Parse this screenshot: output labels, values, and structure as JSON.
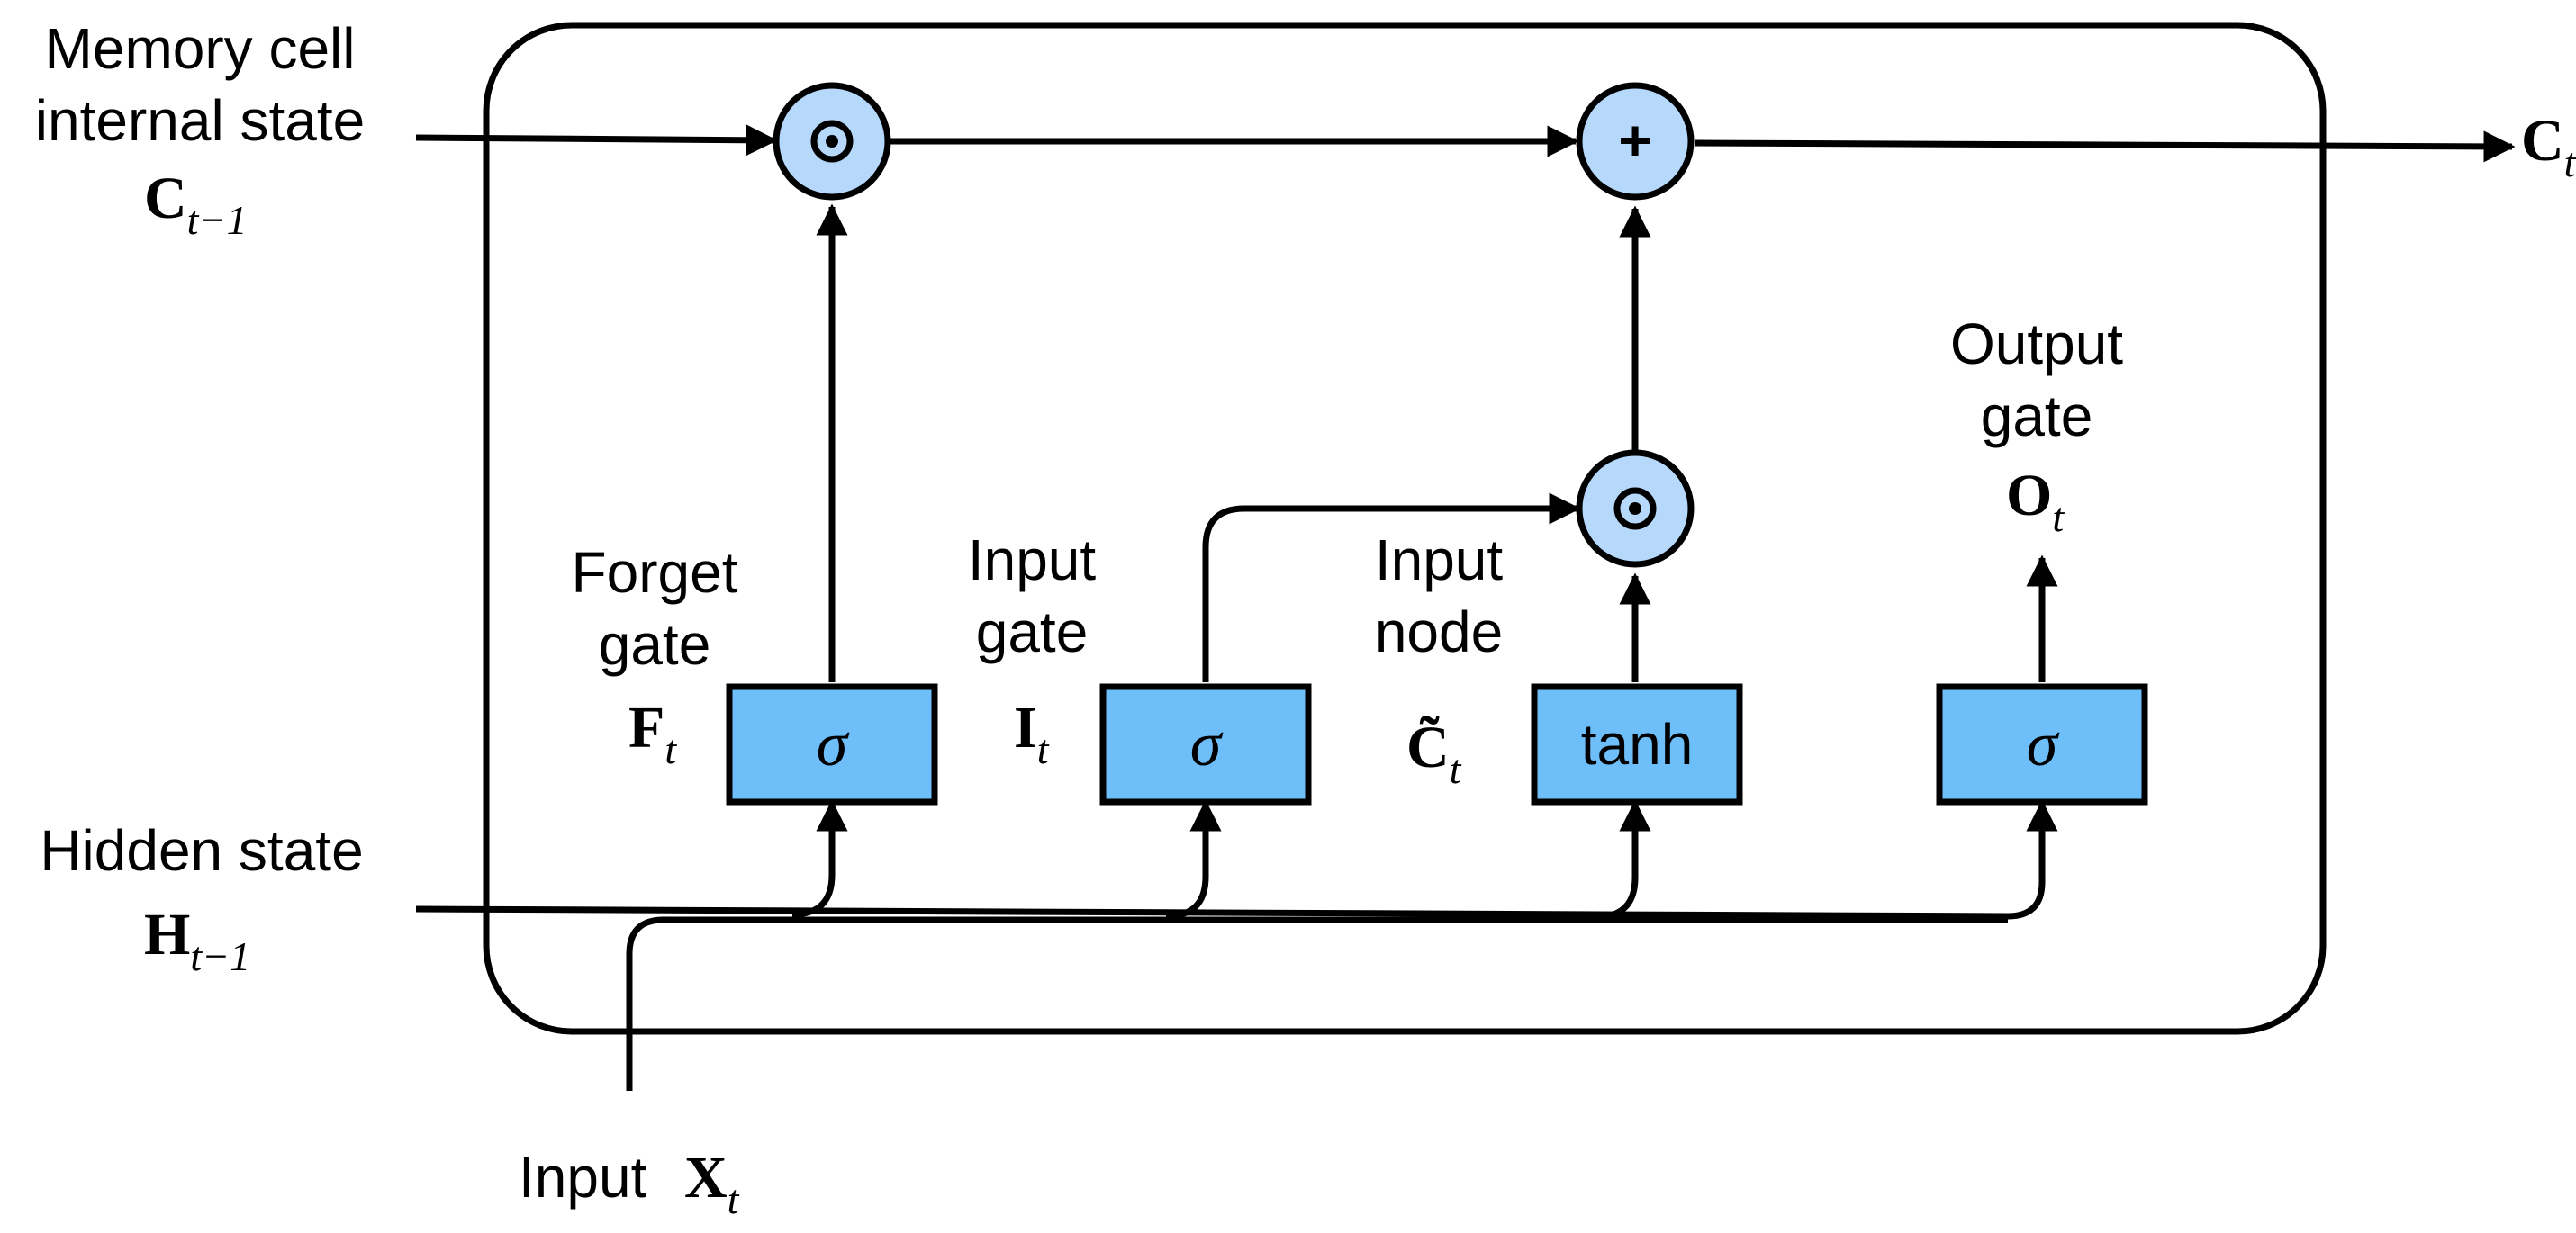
{
  "labels": {
    "cell_state_in": {
      "line1": "Memory cell",
      "line2": "internal state",
      "var": "C",
      "sub": "t−1"
    },
    "cell_state_out": {
      "var": "C",
      "sub": "t"
    },
    "hidden_state": {
      "line1": "Hidden state",
      "var": "H",
      "sub": "t−1"
    },
    "input": {
      "text": "Input",
      "var": "X",
      "sub": "t"
    },
    "forget_gate": {
      "line1": "Forget",
      "line2": "gate",
      "var": "F",
      "sub": "t"
    },
    "input_gate": {
      "line1": "Input",
      "line2": "gate",
      "var": "I",
      "sub": "t"
    },
    "input_node": {
      "line1": "Input",
      "line2": "node",
      "var": "C̃",
      "sub": "t"
    },
    "output_gate": {
      "line1": "Output",
      "line2": "gate",
      "var": "O",
      "sub": "t"
    }
  },
  "boxes": {
    "forget": "σ",
    "input": "σ",
    "node": "tanh",
    "output": "σ"
  },
  "operators": {
    "forget_multiply": "⊙",
    "add": "+",
    "input_multiply": "⊙"
  },
  "colors": {
    "box_fill": "#6ebff9",
    "circle_fill": "#b5d8fb",
    "stroke": "#000000"
  }
}
